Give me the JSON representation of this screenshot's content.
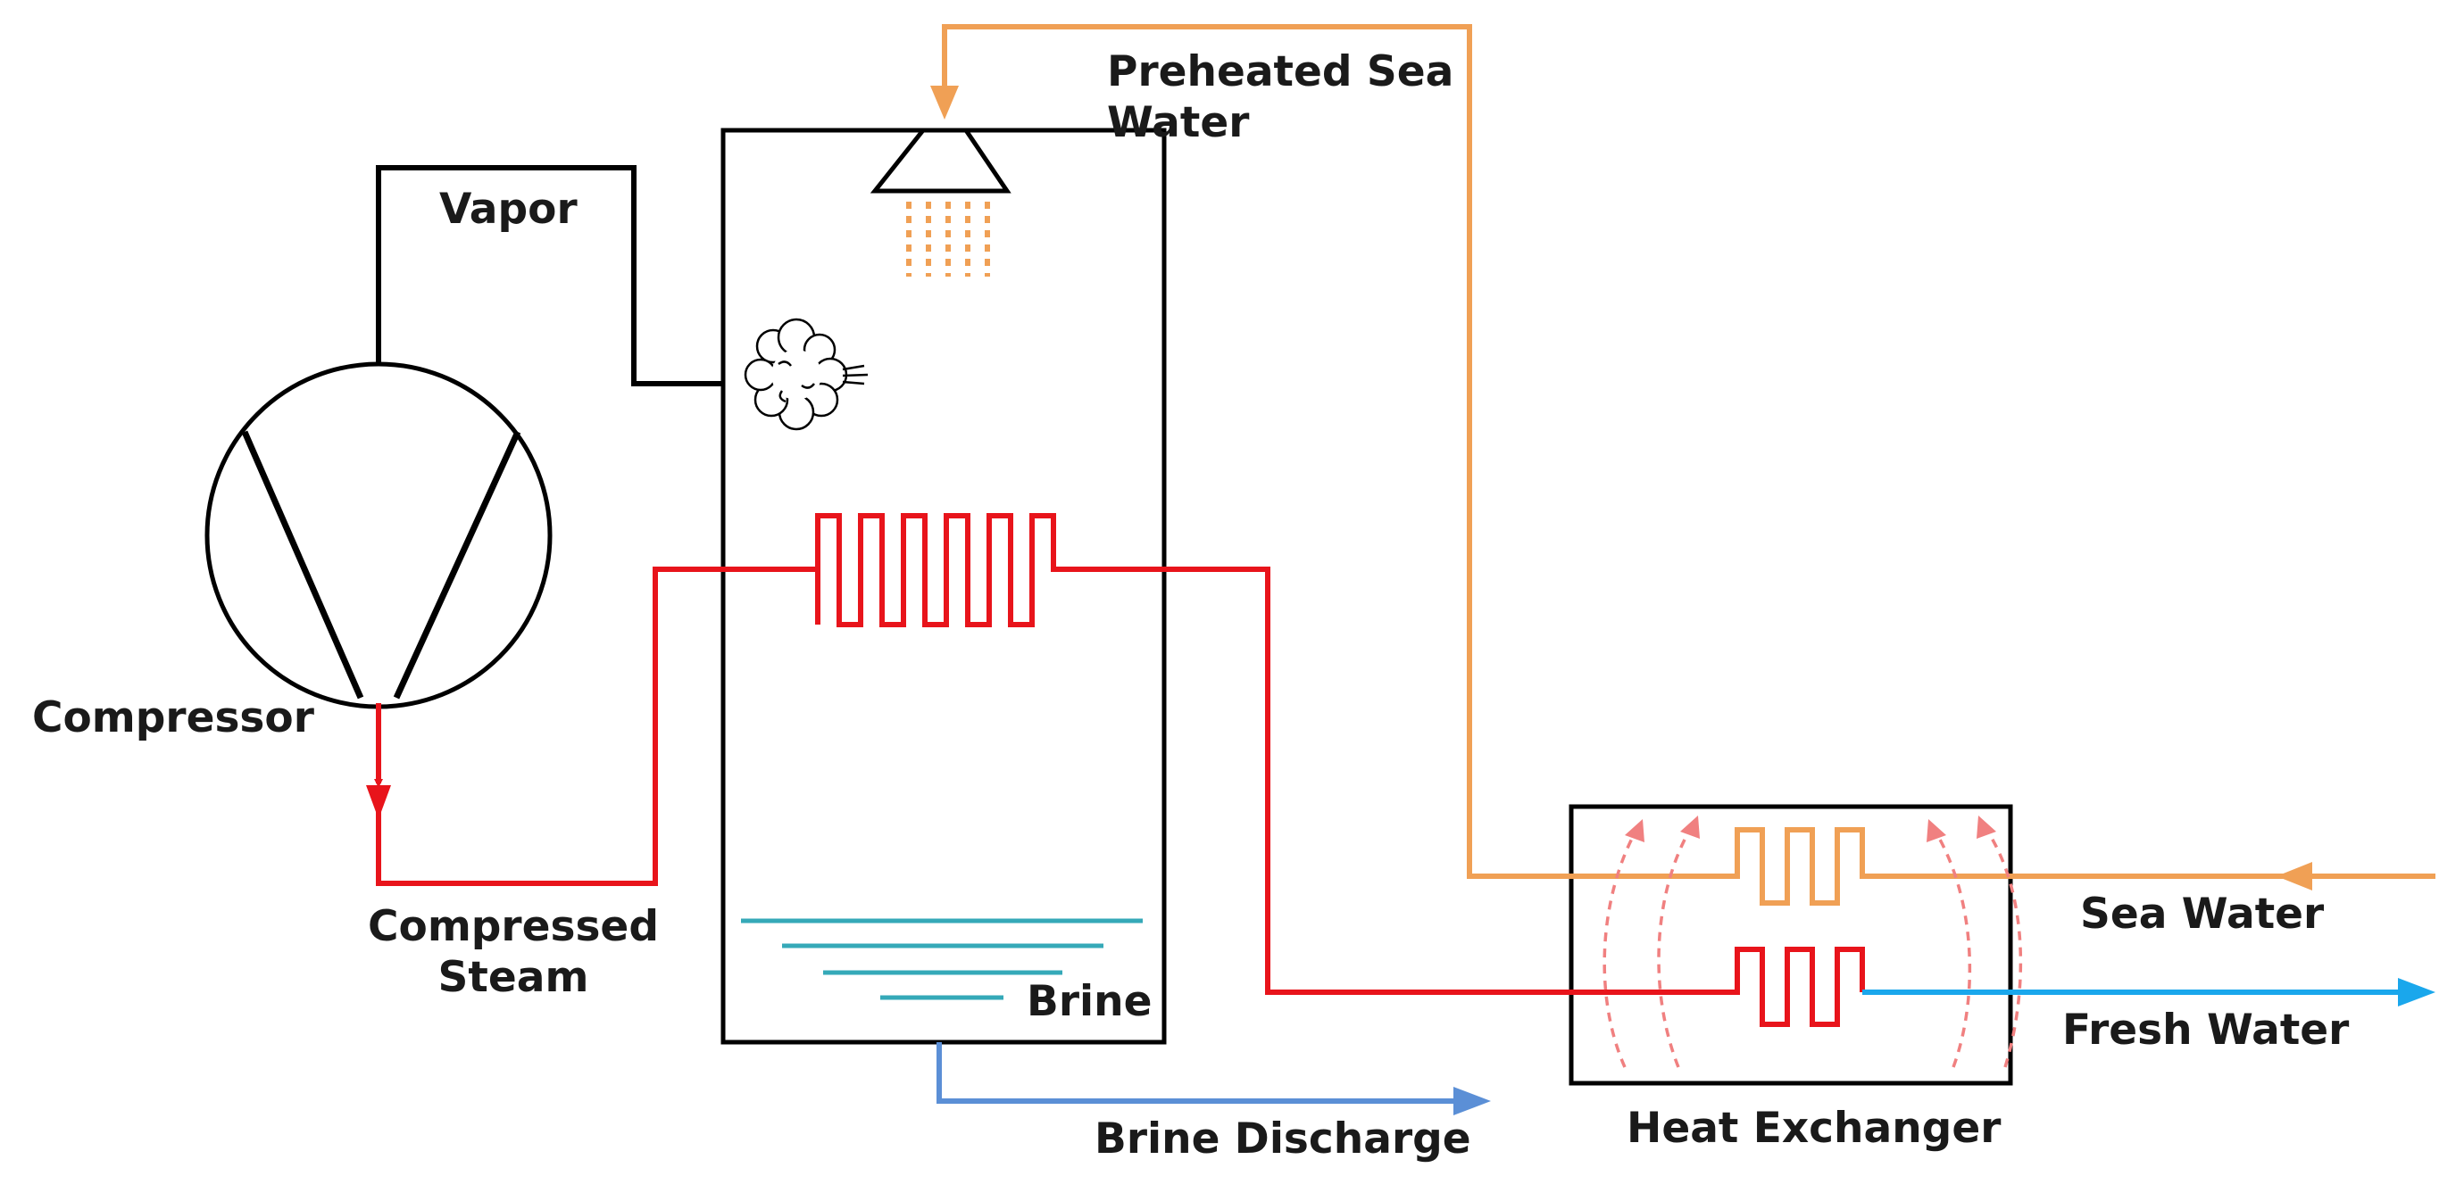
{
  "labels": {
    "preheated_sea_water": "Preheated Sea\nWater",
    "vapor": "Vapor",
    "compressor": "Compressor",
    "compressed_steam": "Compressed\nSteam",
    "brine": "Brine",
    "brine_discharge": "Brine Discharge",
    "heat_exchanger": "Heat Exchanger",
    "sea_water": "Sea Water",
    "fresh_water": "Fresh Water"
  },
  "colors": {
    "vapor_line": "#000000",
    "steam_line": "#e8141b",
    "sea_water_line": "#f0a055",
    "fresh_water_line": "#1aa7ec",
    "brine_discharge_line": "#5b8fd6",
    "brine_surface": "#35a9b8",
    "heat_flow": "#f08080"
  },
  "icons": [
    "spray-nozzle-icon",
    "vapor-cloud-icon",
    "compressor-symbol-icon"
  ]
}
